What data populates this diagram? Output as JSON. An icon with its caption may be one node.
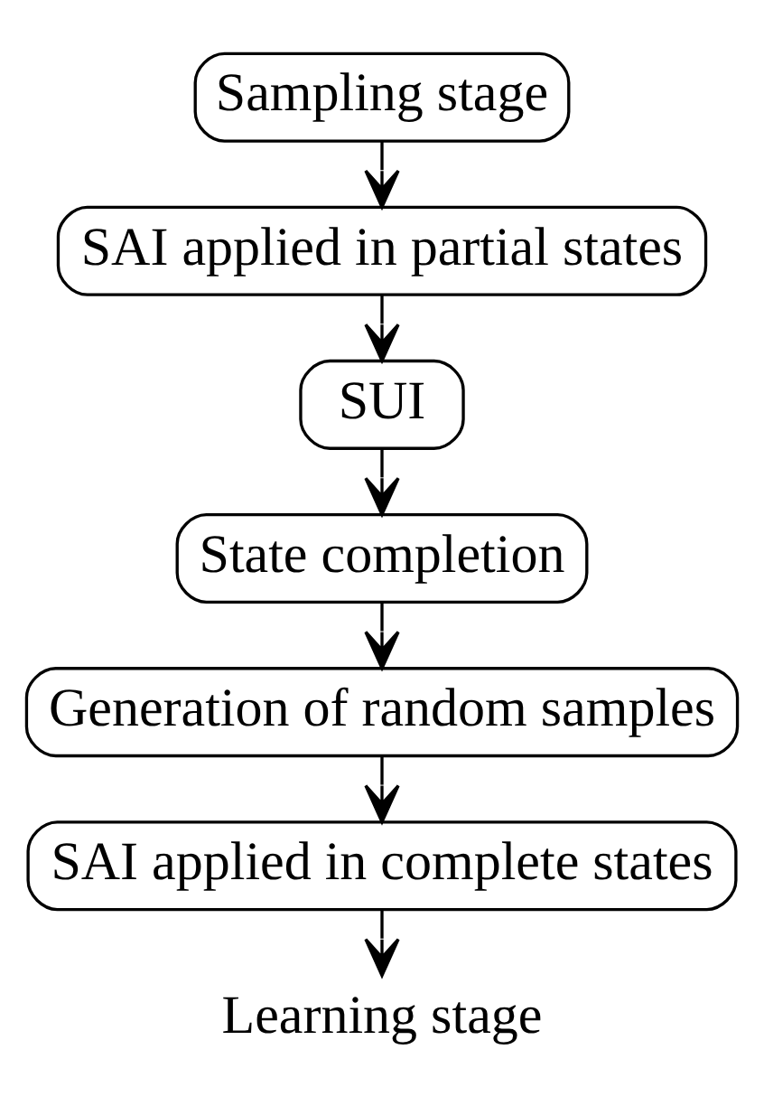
{
  "diagram": {
    "nodes": [
      {
        "text": [
          "Sampling stage"
        ]
      },
      {
        "text": [
          "SAI applied in partial states"
        ]
      },
      {
        "text": [
          "SUI"
        ]
      },
      {
        "text": [
          "State completion"
        ]
      },
      {
        "text": [
          "Generation of random samples"
        ]
      },
      {
        "text": [
          "SAI applied in complete states"
        ]
      },
      {
        "text": [
          "Learning stage"
        ]
      }
    ],
    "edges": [
      {
        "from": 0,
        "to": 1,
        "arrow": "to"
      },
      {
        "from": 1,
        "to": 2,
        "arrow": "to"
      },
      {
        "from": 2,
        "to": 3,
        "arrow": "to"
      },
      {
        "from": 3,
        "to": 4,
        "arrow": "to"
      },
      {
        "from": 4,
        "to": 5,
        "arrow": "to"
      },
      {
        "from": 5,
        "to": 6,
        "arrow": "to"
      }
    ]
  }
}
